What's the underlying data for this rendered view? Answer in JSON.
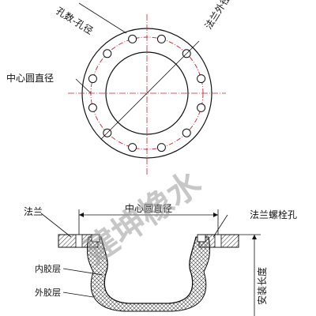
{
  "labels": {
    "hole_count_diameter": "孔数-孔径",
    "flange_outer_diameter": "法兰外径",
    "center_circle_diameter": "中心圆直径",
    "flange": "法兰",
    "center_circle_diameter_2": "中心圆直径",
    "flange_bolt_hole": "法兰螺栓孔",
    "inner_rubber_layer": "内胶层",
    "outer_rubber_layer": "外胶层",
    "install_length": "安装长度"
  },
  "watermark": "建坤橡水",
  "colors": {
    "line": "#111111",
    "center_line": "#d2202f",
    "hatch": "#333333",
    "watermark": "#9a9a9a"
  }
}
